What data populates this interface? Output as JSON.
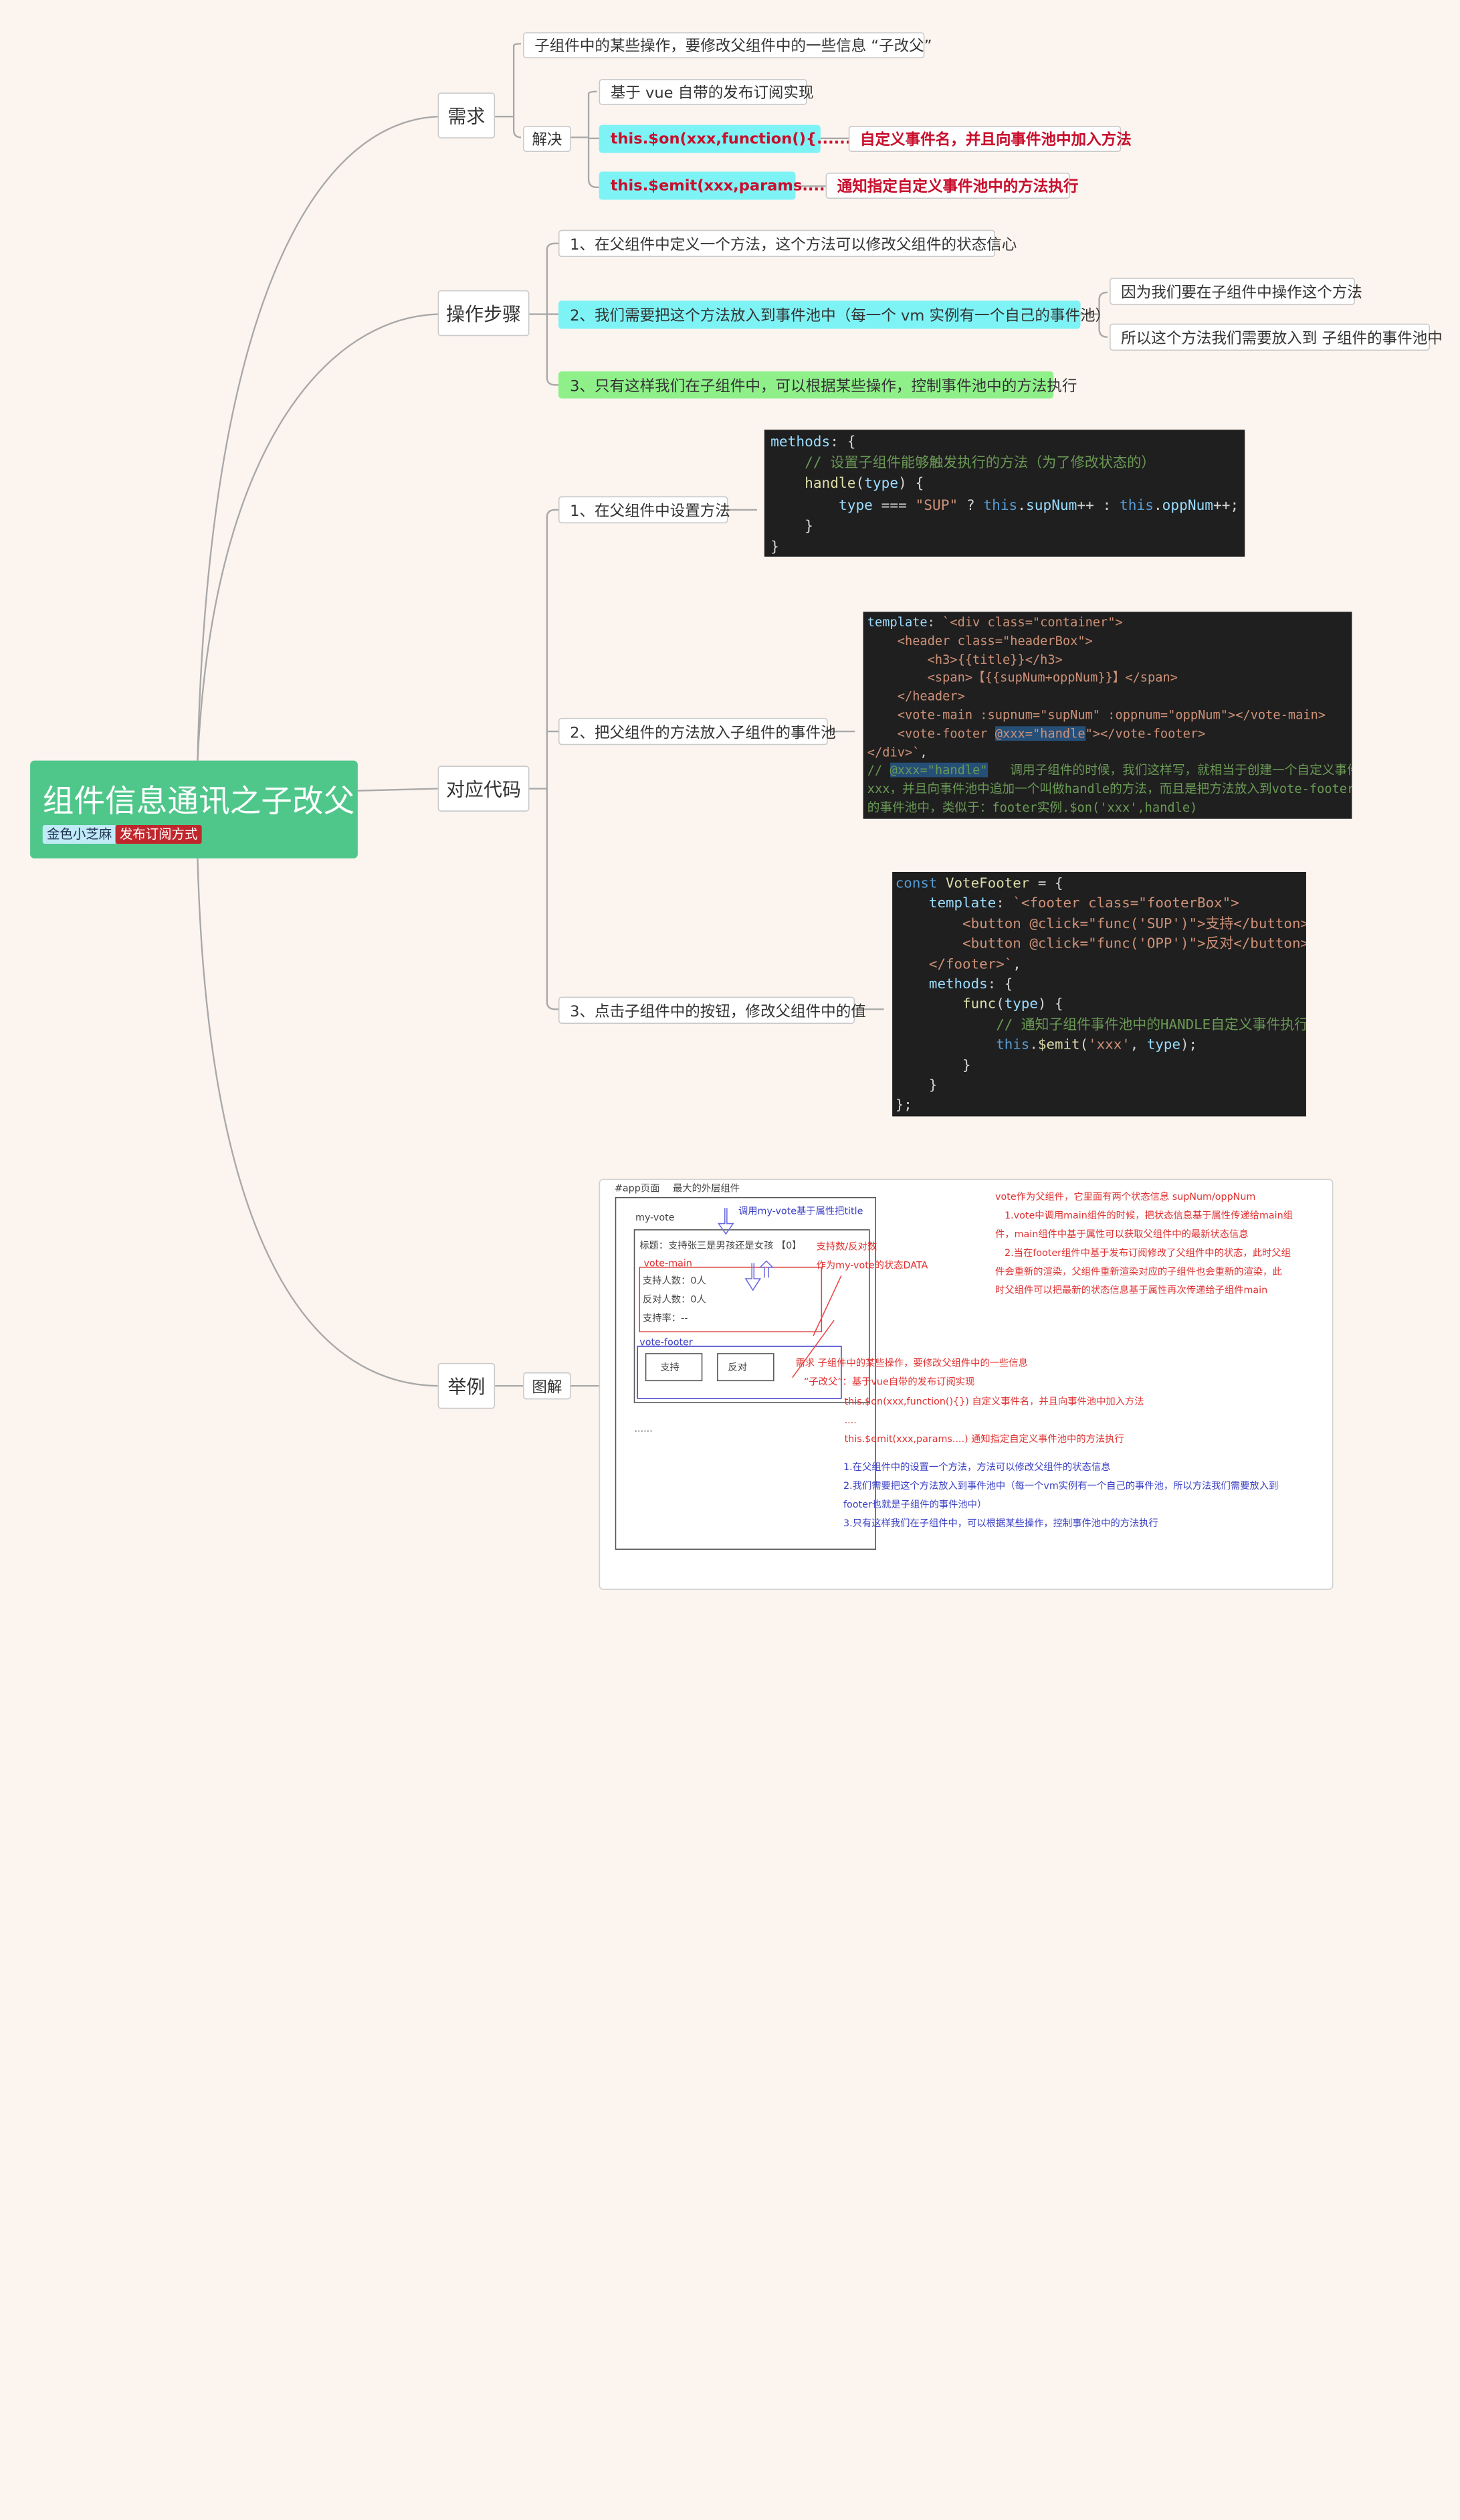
{
  "root": {
    "title": "组件信息通讯之子改父",
    "tags": [
      "金色小芝麻",
      "发布订阅方式"
    ]
  },
  "branches": {
    "demand": {
      "label": "需求",
      "description": "子组件中的某些操作，要修改父组件中的一些信息 “子改父”",
      "solve": {
        "label": "解决",
        "items": [
          {
            "text": "基于 vue 自带的发布订阅实现"
          },
          {
            "text": "this.$on(xxx,function(){......})",
            "note": "自定义事件名，并且向事件池中加入方法"
          },
          {
            "text": "this.$emit(xxx,params....)",
            "note": "通知指定自定义事件池中的方法执行"
          }
        ]
      }
    },
    "steps": {
      "label": "操作步骤",
      "items": [
        {
          "text": "1、在父组件中定义一个方法，这个方法可以修改父组件的状态信心"
        },
        {
          "text": "2、我们需要把这个方法放入到事件池中（每一个 vm 实例有一个自己的事件池）",
          "children": [
            "因为我们要在子组件中操作这个方法",
            "所以这个方法我们需要放入到 子组件的事件池中"
          ]
        },
        {
          "text": "3、只有这样我们在子组件中，可以根据某些操作，控制事件池中的方法执行"
        }
      ]
    },
    "code": {
      "label": "对应代码",
      "items": [
        {
          "text": "1、在父组件中设置方法",
          "lines": [
            "methods: {",
            "    // 设置子组件能够触发执行的方法（为了修改状态的）",
            "    handle(type) {",
            "        type === \"SUP\" ? this.supNum++ : this.oppNum++;",
            "    }",
            "}"
          ]
        },
        {
          "text": "2、把父组件的方法放入子组件的事件池",
          "lines": [
            "template: `<div class=\"container\">",
            "    <header class=\"headerBox\">",
            "        <h3>{{title}}</h3>",
            "        <span>【{{supNum+oppNum}}】</span>",
            "    </header>",
            "    <vote-main :supnum=\"supNum\" :oppnum=\"oppNum\"></vote-main>",
            "    <vote-footer @xxx=\"handle\"></vote-footer>",
            "</div>`,",
            "// @xxx=\"handle\"   调用子组件的时候，我们这样写，就相当于创建一个自定义事件",
            "xxx，并且向事件池中追加一个叫做handle的方法，而且是把方法放入到vote-footer",
            "的事件池中，类似于：footer实例.$on('xxx',handle)"
          ]
        },
        {
          "text": "3、点击子组件中的按钮，修改父组件中的值",
          "lines": [
            "const VoteFooter = {",
            "    template: `<footer class=\"footerBox\">",
            "        <button @click=\"func('SUP')\">支持</button>",
            "        <button @click=\"func('OPP')\">反对</button>",
            "    </footer>`,",
            "    methods: {",
            "        func(type) {",
            "            // 通知子组件事件池中的HANDLE自定义事件执行",
            "            this.$emit('xxx', type);",
            "        }",
            "    }",
            "};"
          ]
        }
      ]
    },
    "example": {
      "label": "举例",
      "child": "图解",
      "sketch": {
        "app_page": "#app页面",
        "outer_component": "最大的外层组件",
        "my_vote": "my-vote",
        "call_note": "调用my-vote基于属性把title",
        "title_line": "标题：支持张三是男孩还是女孩  【0】",
        "vote_main": "vote-main",
        "support_count": "支持人数：0人",
        "oppose_count": "反对人数：0人",
        "support_rate": "支持率：--",
        "vote_footer": "vote-footer",
        "btn_support": "支持",
        "btn_oppose": "反对",
        "dots": "......",
        "red_note_1": "支持数/反对数",
        "red_note_2": "作为my-vote的状态DATA",
        "right_notes": [
          "vote作为父组件，它里面有两个状态信息 supNum/oppNum",
          "1.vote中调用main组件的时候，把状态信息基于属性传递给main组",
          "件，main组件中基于属性可以获取父组件中的最新状态信息",
          "2.当在footer组件中基于发布订阅修改了父组件中的状态，此时父组",
          "件会重新的渲染，父组件重新渲染对应的子组件也会重新的渲染，此",
          "时父组件可以把最新的状态信息基于属性再次传递给子组件main"
        ],
        "demand_notes": [
          "需求  子组件中的某些操作，要修改父组件中的一些信息",
          "“子改父”：基于vue自带的发布订阅实现",
          "this.$on(xxx,function(){})   自定义事件名，并且向事件池中加入方法",
          "....",
          "this.$emit(xxx,params....)   通知指定自定义事件池中的方法执行"
        ],
        "step_notes": [
          "1.在父组件中的设置一个方法，方法可以修改父组件的状态信息",
          "2.我们需要把这个方法放入到事件池中（每一个vm实例有一个自己的事件池，所以方法我们需要放入到",
          "footer也就是子组件的事件池中）",
          "3.只有这样我们在子组件中，可以根据某些操作，控制事件池中的方法执行"
        ]
      }
    }
  },
  "colors": {
    "root": "#4fc78b",
    "highlight_cyan": "#7ef3f5",
    "highlight_green": "#8ff08a",
    "note_red": "#c8102e",
    "background": "#fbf4ef"
  }
}
